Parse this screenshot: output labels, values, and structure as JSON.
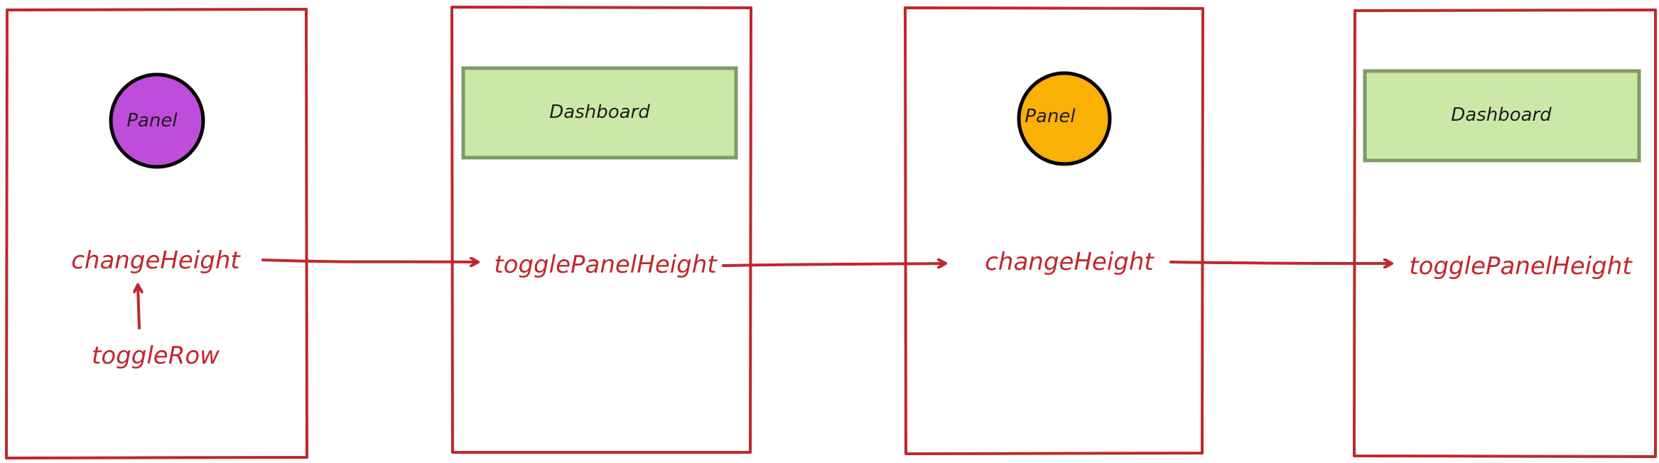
{
  "colors": {
    "frame": "#c0272d",
    "text_red": "#c0272d",
    "text_dark": "#1e1e1e",
    "panel_1_fill": "#bf4ddb",
    "panel_2_fill": "#fab005",
    "dashboard_fill": "#cce8a6",
    "dashboard_stroke": "#7f9a66",
    "circle_stroke": "#000000"
  },
  "column_1": {
    "shape_label": "Panel",
    "function_label": "changeHeight",
    "caller_label": "toggleRow"
  },
  "column_2": {
    "shape_label": "Dashboard",
    "function_label": "togglePanelHeight"
  },
  "column_3": {
    "shape_label": "Panel",
    "function_label": "changeHeight"
  },
  "column_4": {
    "shape_label": "Dashboard",
    "function_label": "togglePanelHeight"
  }
}
